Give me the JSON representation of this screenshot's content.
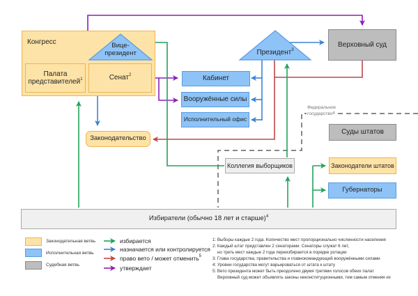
{
  "colors": {
    "legislative_fill": "#fde3a7",
    "executive_fill": "#8ec3f7",
    "judicial_fill": "#bdbdbd",
    "elects": "#1fa35a",
    "appoints": "#3b82d6",
    "veto": "#c0454a",
    "approves": "#8a1fb8",
    "boundary": "#888888"
  },
  "congress": {
    "title": "Конгресс",
    "house": {
      "label": "Палата представителей",
      "note": "1"
    },
    "senate": {
      "label": "Сенат",
      "note": "2"
    },
    "vice_president": "Вице-президент"
  },
  "president": {
    "label": "Президент",
    "note": "3"
  },
  "supreme_court": "Верховный суд",
  "cabinet": "Кабинет",
  "armed_forces": "Вооружённые силы",
  "exec_office": "Исполнительный офис",
  "legislation": "Законодательство",
  "federal_state": {
    "label_line1": "Федеральное",
    "label_line2": "государство",
    "note": "4"
  },
  "state_courts": "Суды штатов",
  "electoral_college": "Коллегия выборщиков",
  "state_legislators": "Законодатели штатов",
  "governors": "Губернаторы",
  "voters": {
    "label": "Избиратели (обычно 18 лет и старше)",
    "note": "4"
  },
  "legend": {
    "branches": [
      {
        "label": "Законодательная ветвь",
        "kind": "legislative"
      },
      {
        "label": "Исполнительная ветвь",
        "kind": "executive"
      },
      {
        "label": "Судебная ветвь",
        "kind": "judicial"
      }
    ],
    "arrows": [
      {
        "label": "избирается",
        "kind": "elects"
      },
      {
        "label": "назначается или контролируется",
        "kind": "appoints"
      },
      {
        "label": "право вето / может отменить",
        "note": "5",
        "kind": "veto"
      },
      {
        "label": "утверждает",
        "kind": "approves"
      }
    ]
  },
  "footnotes": [
    "1: Выборы каждые 2 года. Количество мест пропорционально численности населения",
    "2: Каждый штат представлен 2 сенаторами. Сенаторы служат 6 лет,",
    "    но треть мест каждые 2 года переизбирается в порядке ротации",
    "3: Глава государства, правительства и главнокомандующий вооружёнными силами",
    "4: Уровни государства могут варьироваться от штата к штату",
    "5: Вето президента может быть преодолено двумя третями голосов обеих палат",
    "    Верховный суд может объявлять законы неконституционными, тем самым отменяя их"
  ]
}
